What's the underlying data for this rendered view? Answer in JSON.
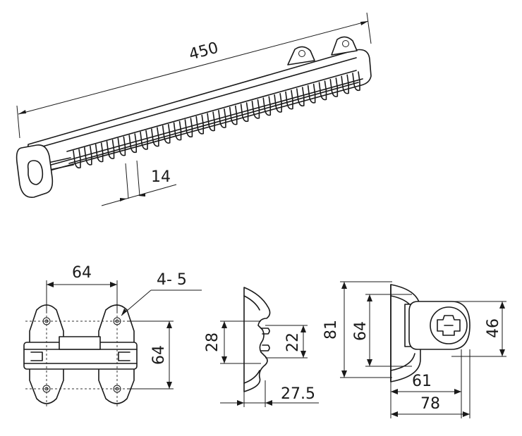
{
  "dimensions": {
    "length": "450",
    "pitch": "14",
    "hole_spacing": "64",
    "hole_spec": "4- 5",
    "bracket_height": "64",
    "profile_height": "28",
    "profile_slot": "22",
    "profile_depth": "27.5",
    "end_height": "81",
    "end_inner": "64",
    "end_right": "46",
    "end_width_inner": "61",
    "end_width_outer": "78"
  }
}
